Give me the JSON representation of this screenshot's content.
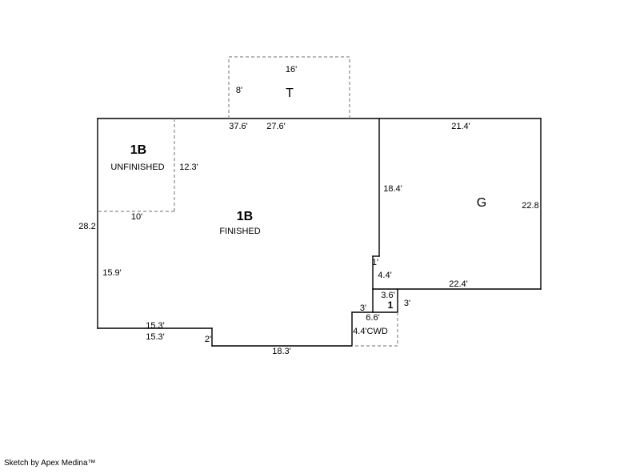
{
  "colors": {
    "solid_line": "#000000",
    "dashed_line": "#8a8a8a"
  },
  "areas": {
    "t": "T",
    "basement_unfinished": {
      "code": "1B",
      "name": "UNFINISHED"
    },
    "basement_finished": {
      "code": "1B",
      "name": "FINISHED"
    },
    "garage": "G",
    "area_one": "1"
  },
  "dimensions": {
    "t_top": "16'",
    "t_left": "8'",
    "main_top_a": "37.6'",
    "main_top_b": "27.6'",
    "garage_top": "21.4'",
    "unfinished_right": "12.3'",
    "garage_left": "18.4'",
    "garage_right": "22.8",
    "unfinished_bottom": "10'",
    "main_left_upper": "28.2",
    "main_left_lower": "15.9'",
    "garage_bottom": "22.4'",
    "jog_one": "1'",
    "jog_four_four": "4.4'",
    "one_top": "3.6'",
    "one_right": "3'",
    "one_left": "3'",
    "one_bottom": "6.6'",
    "bottom_left_a": "15.3'",
    "bottom_left_b": "15.3'",
    "step": "2'",
    "bottom_mid": "18.3'",
    "cwd_label": "4.4'CWD"
  },
  "footer": {
    "credit": "Sketch by Apex Medina™"
  }
}
